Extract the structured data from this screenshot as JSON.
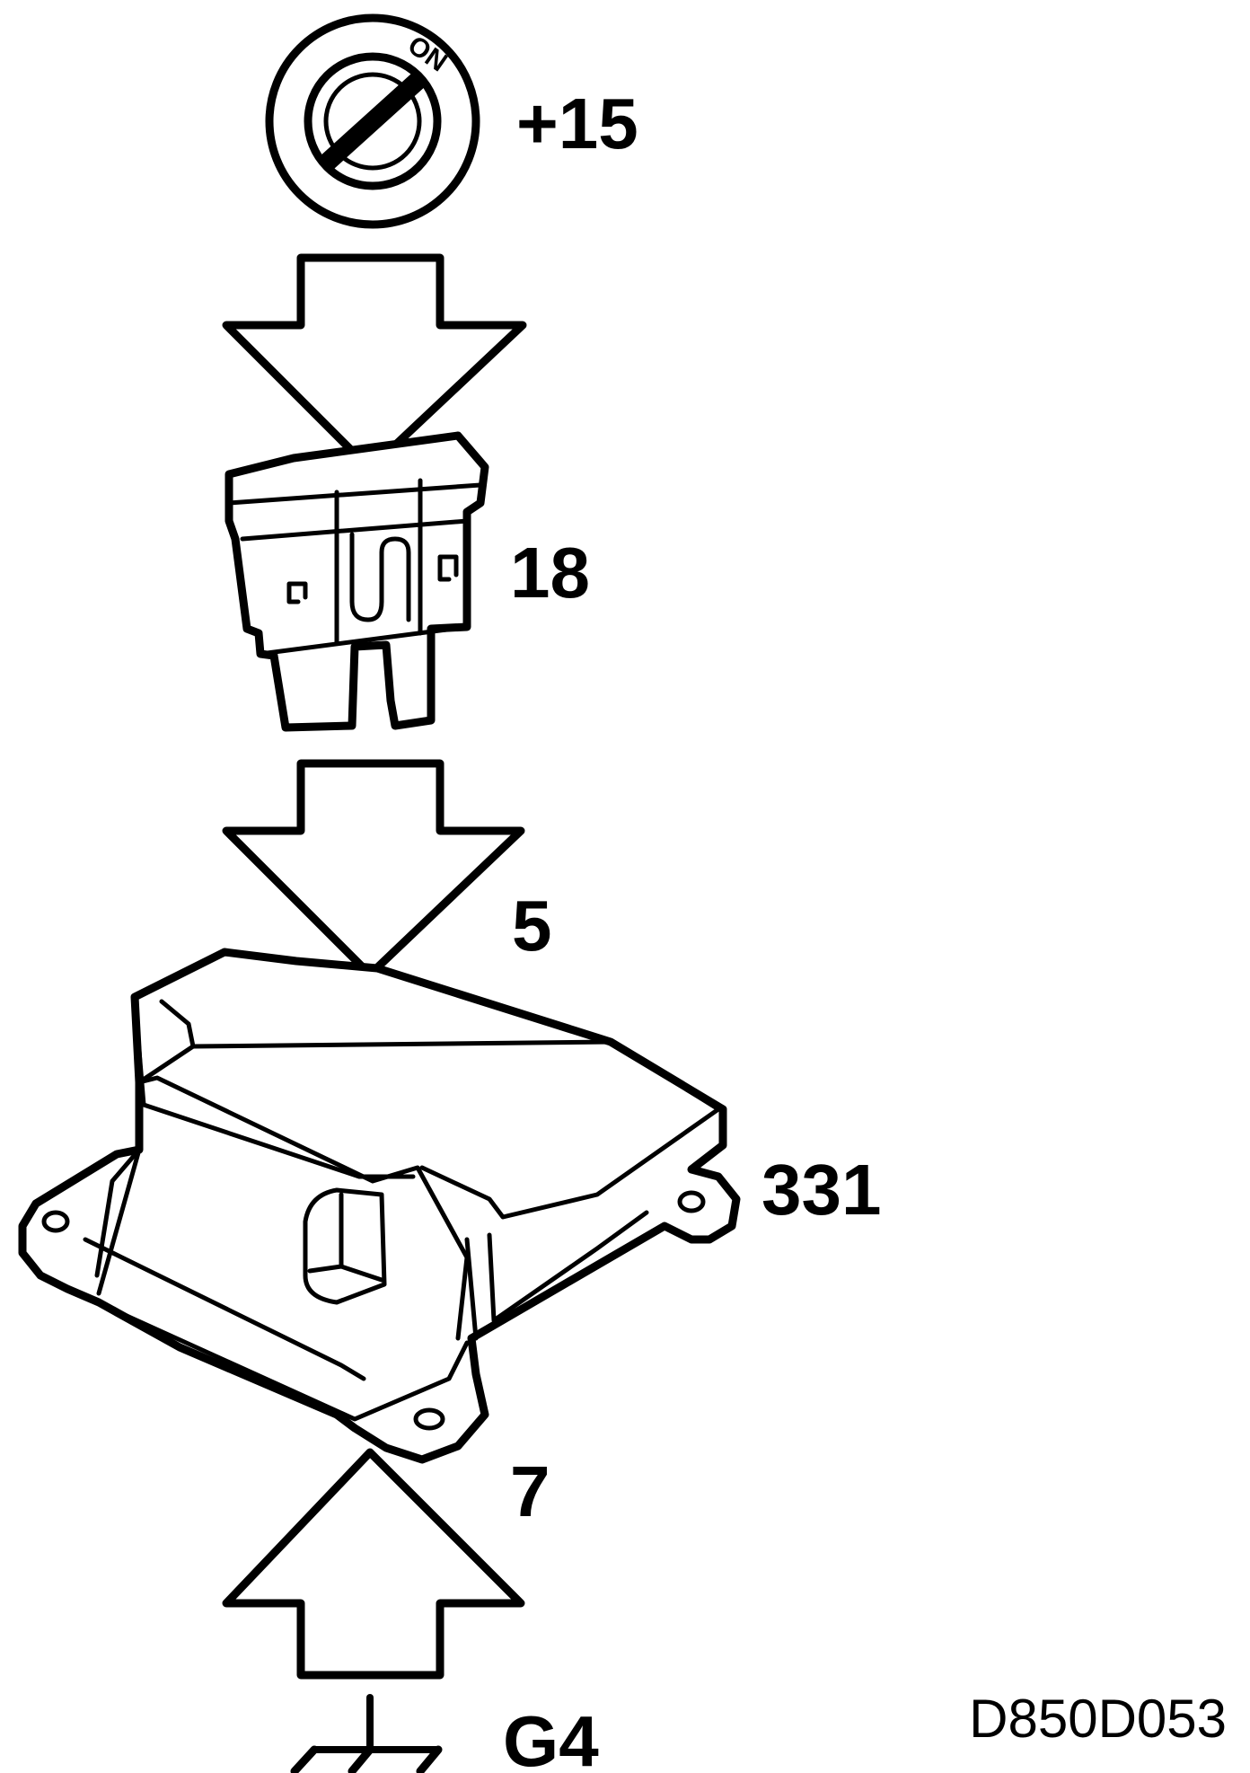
{
  "ignition": {
    "switch_text": "ON",
    "label": "+15"
  },
  "fuse": {
    "label": "18"
  },
  "module": {
    "top_label": "5",
    "side_label": "331",
    "bottom_label": "7"
  },
  "ground": {
    "label": "G4"
  },
  "figure_code": "D850D053"
}
